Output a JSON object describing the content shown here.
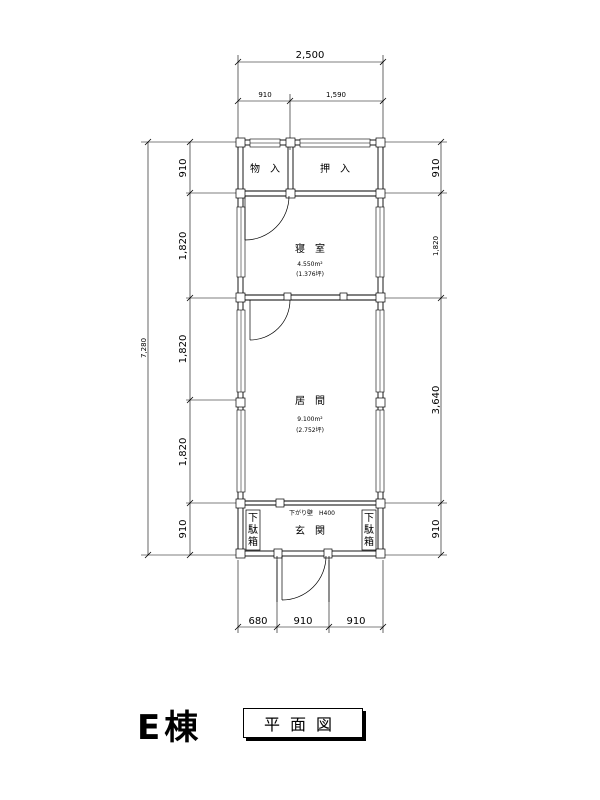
{
  "dims": {
    "top_total": "2,500",
    "top_left": "910",
    "top_right": "1,590",
    "left_total": "7,280",
    "left_1": "910",
    "left_2": "1,820",
    "left_3": "1,820",
    "left_4": "1,820",
    "left_5": "910",
    "right_1": "910",
    "right_2": "1,820",
    "right_3": "3,640",
    "right_4": "910",
    "bottom_1": "680",
    "bottom_2": "910",
    "bottom_3": "910"
  },
  "rooms": {
    "storage": "物　入",
    "closet": "押　入",
    "bedroom": "寝　室",
    "bedroom_area": "4.550m²",
    "bedroom_tsubo": "(1.376坪)",
    "living": "居　間",
    "living_area": "9.100m²",
    "living_tsubo": "(2.752坪)",
    "entrance": "玄　関",
    "hanging_wall": "下がり壁　H400",
    "shoe_left": [
      "下",
      "駄",
      "箱"
    ],
    "shoe_right": [
      "下",
      "駄",
      "箱"
    ]
  },
  "title": {
    "building": "E棟",
    "drawing": "平面図"
  }
}
